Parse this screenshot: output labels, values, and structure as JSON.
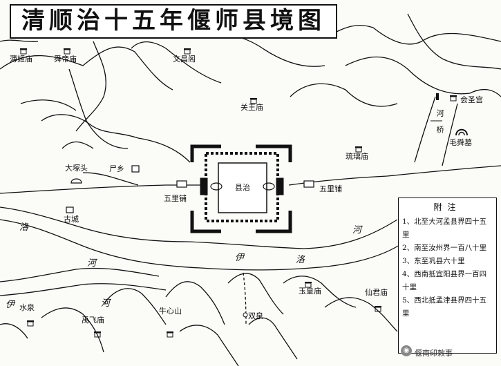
{
  "title": "清顺治十五年偃师县境图",
  "rivers": {
    "luo_left": "洛",
    "he_left": "河",
    "yi_bottom": "伊",
    "luo_bottom": "洛",
    "he_right": "河",
    "yi_left": "伊",
    "he_left_lower": "河",
    "he_vertical": "河",
    "qiao_vertical": "桥"
  },
  "places": {
    "bosu_temple": "薄姬庙",
    "shunjiao_temple": "舜帝庙",
    "wenchang_ge": "文昌阁",
    "guanwang_temple": "关王庙",
    "huisheng_gong": "会圣宫",
    "maoshen_mound": "毛舜墓",
    "liuli_temple": "琉璃庙",
    "dazhongtou": "大塚头",
    "shixiang": "尸乡",
    "county_seat": "县治",
    "wuli_pu_west": "五里铺",
    "wuli_pu_east": "五里铺",
    "old_city": "古城",
    "shuiquan": "水泉",
    "yufei_temple": "禹飞庙",
    "niuxin_shan": "牛心山",
    "shuangquan": "双泉",
    "yuhuang_temple": "玉皇庙",
    "xianjun_temple": "仙君庙"
  },
  "legend": {
    "title": "附注",
    "items": [
      "1、北至大河孟县界四十五里",
      "2、南至汝州界一百八十里",
      "3、东至巩县六十里",
      "4、西南抵宜阳县界一百四十里",
      "5、西北抵孟津县界四十五里"
    ]
  },
  "watermark": "偃南印敕事",
  "colors": {
    "ink": "#111111",
    "paper": "#fbfbf8"
  }
}
